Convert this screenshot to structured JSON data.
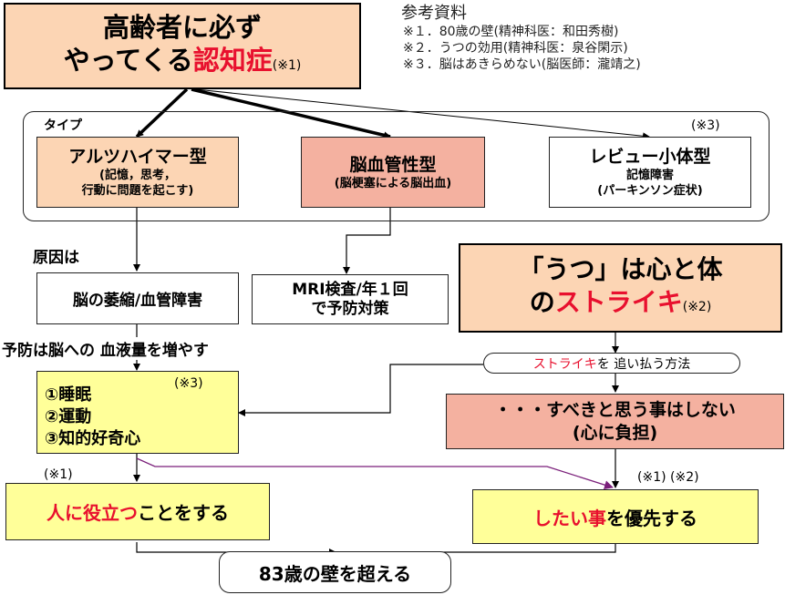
{
  "colors": {
    "peach": "#fcd5b4",
    "salmon": "#f4b1a0",
    "yellow": "#ffff99",
    "accent_red": "#e8102e",
    "purple_arrow": "#7a1f7a"
  },
  "title": {
    "line1": "高齢者に必ず",
    "line2_prefix": "やってくる",
    "line2_red": "認知症",
    "note": "(※1)"
  },
  "references": {
    "heading": "参考資料",
    "items": [
      "※１．80歳の壁(精神科医：和田秀樹)",
      "※２．うつの効用(精神科医：泉谷閑示)",
      "※３．脳はあきらめない(脳医師：瀧靖之)"
    ]
  },
  "types": {
    "label": "タイプ",
    "note": "(※3)",
    "alzheimer": {
      "title": "アルツハイマー型",
      "desc1": "(記憶，思考，",
      "desc2": "行動に問題を起こす)"
    },
    "vascular": {
      "title": "脳血管性型",
      "desc": "(脳梗塞による脳出血)"
    },
    "lewy": {
      "title": "レビュー小体型",
      "desc1": "記憶障害",
      "desc2": "(パーキンソン症状)"
    }
  },
  "cause": {
    "label": "原因は",
    "box": "脳の萎縮/血管障害"
  },
  "mri": {
    "line1": "MRI検査/年１回",
    "line2": "で予防対策"
  },
  "prevention": {
    "heading": "予防は脳への 血液量を増やす",
    "note": "(※3)",
    "items": [
      "①睡眠",
      "②運動",
      "③知的好奇心"
    ]
  },
  "depression": {
    "line1": "「うつ」は心と体",
    "line2_prefix": "の",
    "line2_red": "ストライキ",
    "note": "(※2)"
  },
  "method": {
    "red": "ストライキ",
    "text": "を 追い払う方法"
  },
  "dont": {
    "line1": "・・・すべきと思う事はしない",
    "line2": "(心に負担)"
  },
  "help": {
    "note": "(※1)",
    "red": "人に役立つ",
    "text": "ことをする"
  },
  "want": {
    "note": "(※1) (※2)",
    "red": "したい事",
    "text": "を優先する"
  },
  "goal": {
    "text": "83歳の壁を超える"
  }
}
